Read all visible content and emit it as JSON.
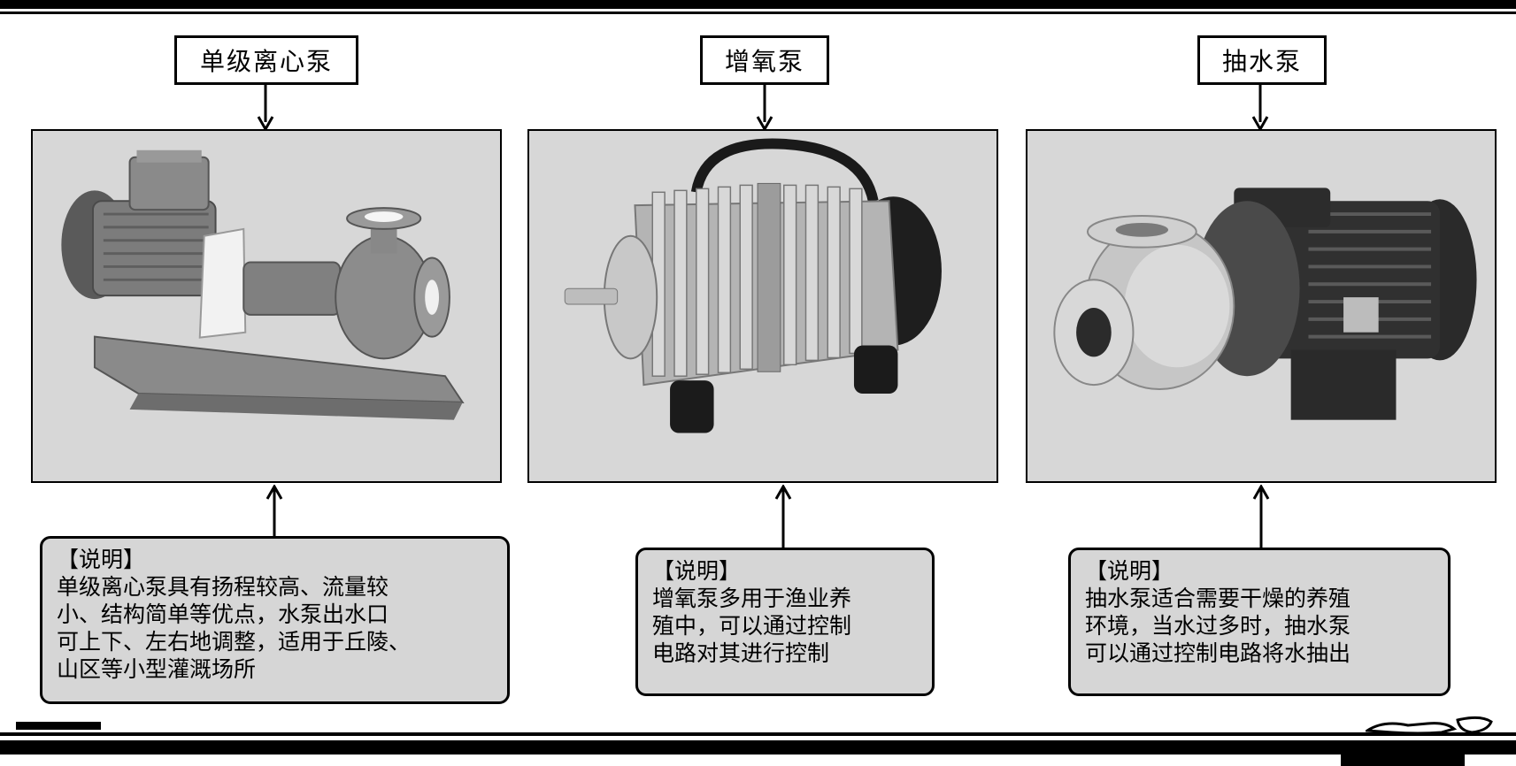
{
  "panels": [
    {
      "title": "单级离心泵",
      "icon": "centrifugal-pump-photo",
      "desc_head": "【说明】",
      "desc_body": "单级离心泵具有扬程较高、流量较\n小、结构简单等优点，水泵出水口\n可上下、左右地调整，适用于丘陵、\n山区等小型灌溉场所"
    },
    {
      "title": "增氧泵",
      "icon": "aerator-pump-photo",
      "desc_head": "【说明】",
      "desc_body": "增氧泵多用于渔业养\n殖中，可以通过控制\n电路对其进行控制"
    },
    {
      "title": "抽水泵",
      "icon": "water-pump-photo",
      "desc_head": "【说明】",
      "desc_body": "抽水泵适合需要干燥的养殖\n环境，当水过多时，抽水泵\n可以通过控制电路将水抽出"
    }
  ],
  "colors": {
    "photo_bg": "#d7d7d7",
    "desc_bg": "#d6d6d6",
    "rule": "#000000"
  }
}
